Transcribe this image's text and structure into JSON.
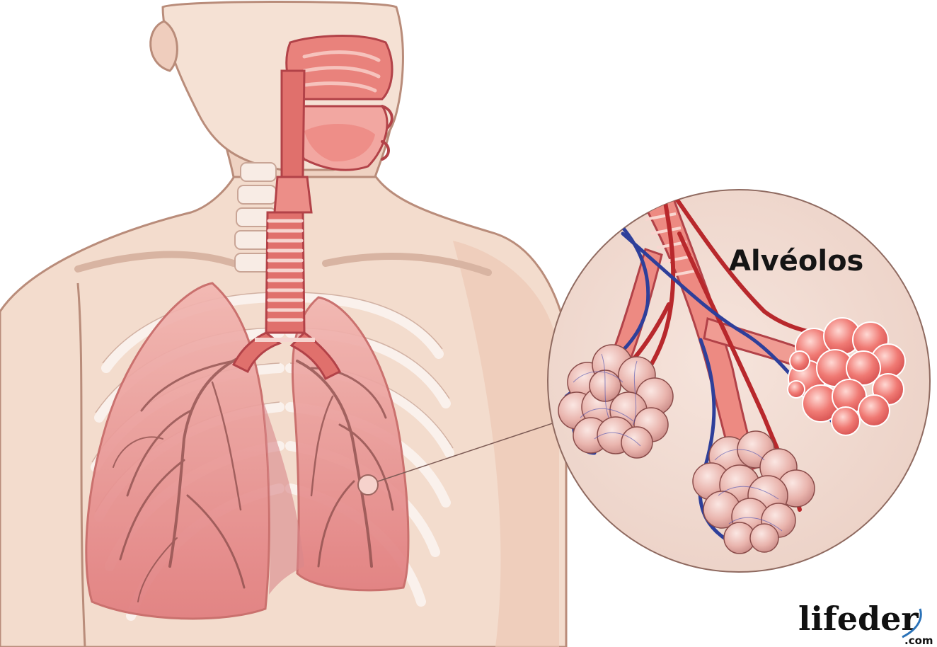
{
  "diagram": {
    "label": "Alvéolos"
  },
  "logo": {
    "name": "lifeder",
    "suffix": ".com"
  },
  "colors": {
    "skin": "#f3dccd",
    "skin_shadow": "#e9c6b2",
    "outline": "#b98c7a",
    "lung": "#ec9a98",
    "lung_dark": "#d46a6e",
    "airway": "#e06a6a",
    "airway_dark": "#b24248",
    "artery": "#b8282c",
    "vein": "#2e3f9a",
    "alveoli": "#f06464",
    "inset_bg": "#f0d8cf",
    "text": "#151515"
  }
}
